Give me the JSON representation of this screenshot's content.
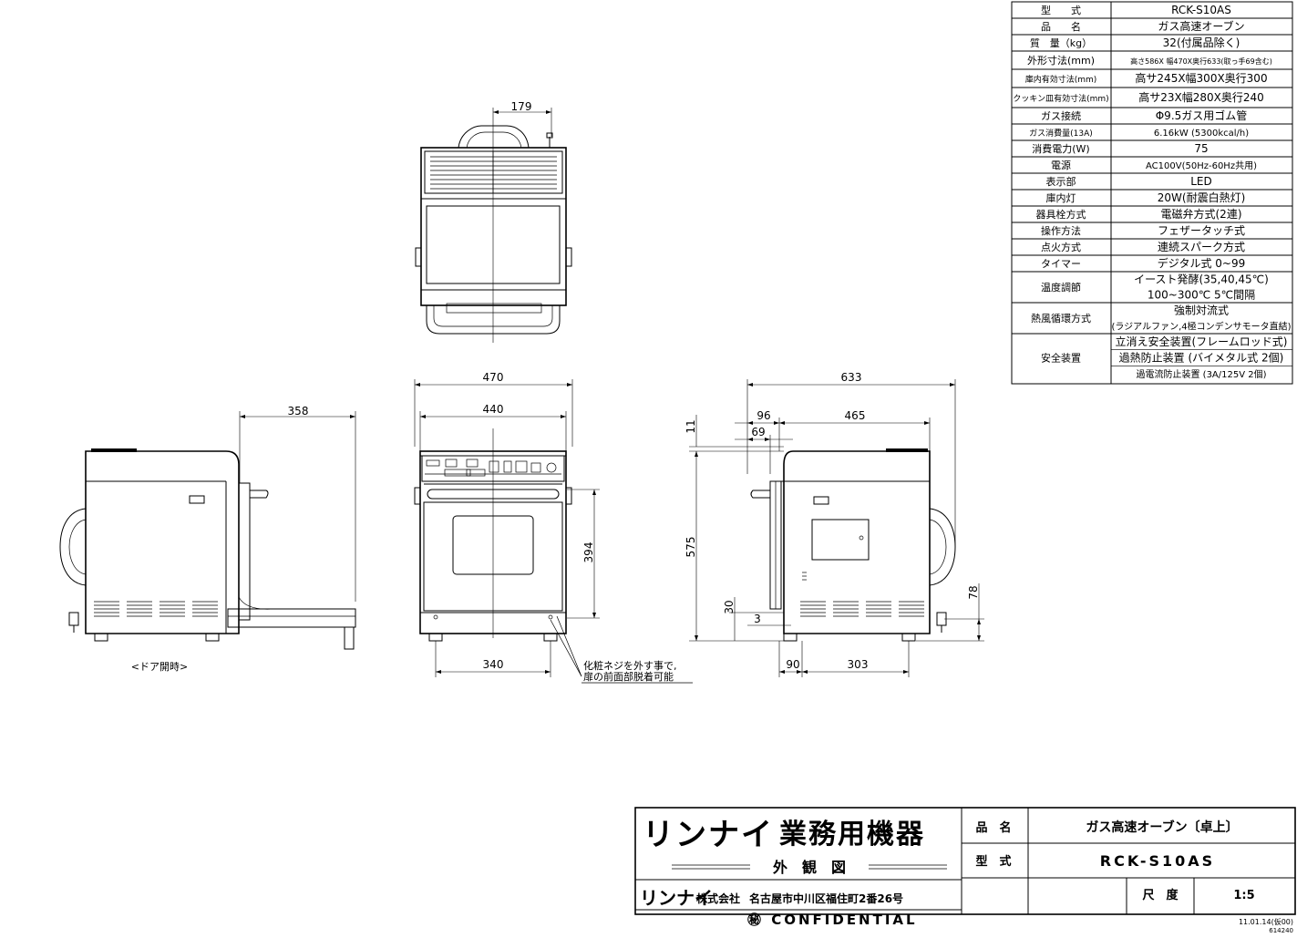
{
  "spec_table": {
    "rows": [
      {
        "label": "型　　式",
        "value": "RCK-S10AS"
      },
      {
        "label": "品　　名",
        "value": "ガス高速オーブン"
      },
      {
        "label": "質　量（kg）",
        "value": "32(付属品除く)"
      },
      {
        "label": "外形寸法(mm)",
        "value": "高さ586X 幅470X奥行633(取っ手69含む)"
      },
      {
        "label": "庫内有効寸法(mm)",
        "value": "高サ245X幅300X奥行300"
      },
      {
        "label": "クッキン皿有効寸法(mm)",
        "value": "高サ23X幅280X奥行240"
      },
      {
        "label": "ガス接続",
        "value": "Φ9.5ガス用ゴム管"
      },
      {
        "label": "ガス消費量(13A)",
        "value": "6.16kW (5300kcal/h)"
      },
      {
        "label": "消費電力(W)",
        "value": "75"
      },
      {
        "label": "電源",
        "value": "AC100V(50Hz-60Hz共用)"
      },
      {
        "label": "表示部",
        "value": "LED"
      },
      {
        "label": "庫内灯",
        "value": "20W(耐震白熱灯)"
      },
      {
        "label": "器具栓方式",
        "value": "電磁弁方式(2連)"
      },
      {
        "label": "操作方法",
        "value": "フェザータッチ式"
      },
      {
        "label": "点火方式",
        "value": "連続スパーク方式"
      },
      {
        "label": "タイマー",
        "value": "デジタル式 0~99"
      },
      {
        "label": "温度調節",
        "value": "イースト発酵(35,40,45℃)",
        "value2": "100~300℃ 5℃間隔"
      },
      {
        "label": "熱風循環方式",
        "value": "強制対流式",
        "value2": "(ラジアルファン,4極コンデンサモータ直結)"
      },
      {
        "label": "安全装置",
        "value": "立消え安全装置(フレームロッド式)",
        "value2": "過熱防止装置 (バイメタル式 2個)",
        "value3": "過電流防止装置 (3A/125V 2個)"
      }
    ]
  },
  "dimensions": {
    "top_179": "179",
    "side_358": "358",
    "front_470": "470",
    "front_440": "440",
    "front_394": "394",
    "front_340": "340",
    "right_633": "633",
    "right_96": "96",
    "right_465": "465",
    "right_69": "69",
    "right_11": "11",
    "right_575": "575",
    "right_30": "30",
    "right_3": "3",
    "right_78": "78",
    "right_90": "90",
    "right_303": "303"
  },
  "notes": {
    "door_open": "<ドア開時>",
    "screw_note_1": "化粧ネジを外す事で,",
    "screw_note_2": "扉の前面部脱着可能"
  },
  "title_block": {
    "brand": "リンナイ",
    "division": "業務用機器",
    "drawing_kind": "外　観　図",
    "company_name": "リンナイ",
    "company_suffix": "株式会社",
    "company_address": "名古屋市中川区福住町2番26号",
    "confidential": "㊙ CONFIDENTIAL",
    "product_name_label": "品　名",
    "product_name": "ガス高速オーブン〔卓上〕",
    "model_label": "型　式",
    "model": "RCK-S10AS",
    "scale_label": "尺　度",
    "scale": "1:5",
    "date": "11.01.14(仮00)",
    "doc_code": "614240"
  }
}
